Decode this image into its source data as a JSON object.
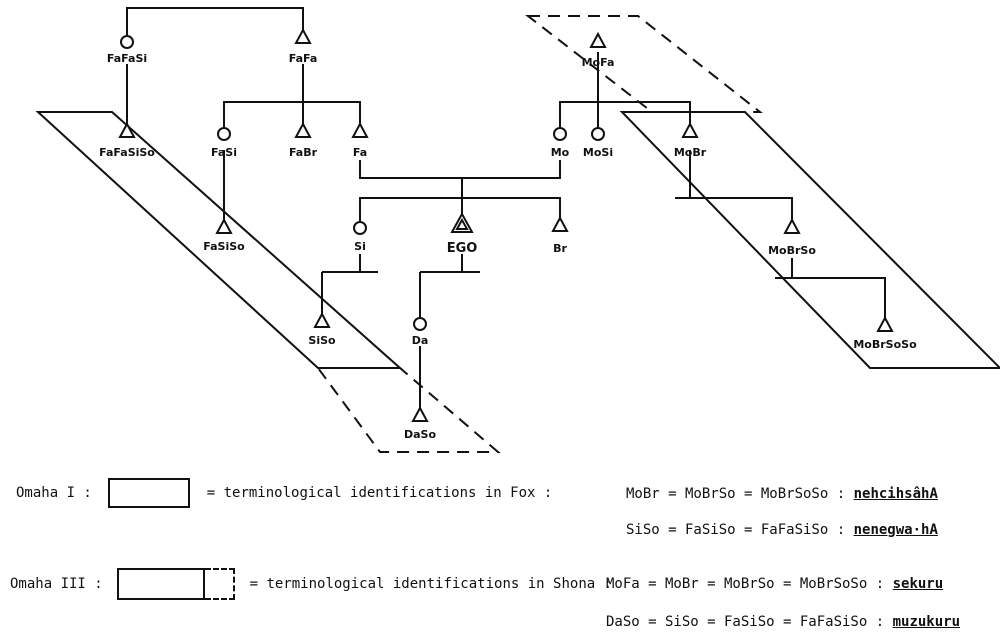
{
  "nodes": {
    "fafasi": "FaFaSi",
    "fafa": "FaFa",
    "fafasiso": "FaFaSiSo",
    "fasi": "FaSi",
    "fabr": "FaBr",
    "fa": "Fa",
    "mofa": "MoFa",
    "mo": "Mo",
    "mosi": "MoSi",
    "mobr": "MoBr",
    "fasiso": "FaSiSo",
    "si": "Si",
    "ego": "EGO",
    "br": "Br",
    "mobrso": "MoBrSo",
    "siso": "SiSo",
    "da": "Da",
    "mobrsoso": "MoBrSoSo",
    "daso": "DaSo"
  },
  "legend": {
    "omaha1": {
      "label": "Omaha I :",
      "text": "= terminological identifications in Fox :",
      "eq1": "MoBr = MoBrSo = MoBrSoSo :",
      "term1": "nehcihsâhA",
      "eq2": "SiSo = FaSiSo = FaFaSiSo :",
      "term2": "nenegwa·hA"
    },
    "omaha3": {
      "label": "Omaha III :",
      "text": "= terminological identifications in Shona :",
      "eq1": "MoFa = MoBr = MoBrSo = MoBrSoSo :",
      "term1": "sekuru",
      "eq2": "DaSo = SiSo = FaSiSo = FaFaSiSo :",
      "term2": "muzukuru"
    }
  }
}
